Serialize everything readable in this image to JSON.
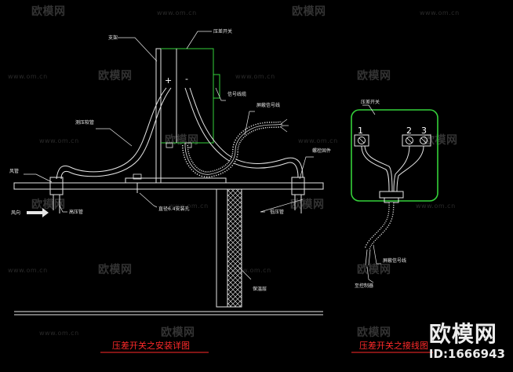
{
  "watermark": {
    "site_name": "欧模网",
    "site_url": "www.om.cn"
  },
  "brand": {
    "name": "欧模网",
    "id_text": "ID:1666943"
  },
  "install_detail": {
    "caption": "压差开关之安装详图",
    "plus_sign": "+",
    "minus_sign": "-",
    "labels": {
      "bracket": "支架",
      "pressure_switch": "压差开关",
      "signal_cable": "信号线缆",
      "shielded_cable": "屏蔽信号线",
      "pressure_hose": "测压软管",
      "air_duct": "风管",
      "fixing_bolt": "螺栓固件",
      "wind_direction": "风向",
      "high_pressure_pipe": "高压管",
      "low_pressure_pipe": "低压管",
      "mounting_hole": "直径6.4安装孔",
      "insulation": "保温层"
    }
  },
  "wiring_detail": {
    "caption": "压差开关之接线图",
    "labels": {
      "switch": "压差开关",
      "shielded_cable": "屏蔽信号线",
      "to_controller": "至控制器"
    },
    "terminals": [
      "1",
      "2",
      "3"
    ]
  }
}
